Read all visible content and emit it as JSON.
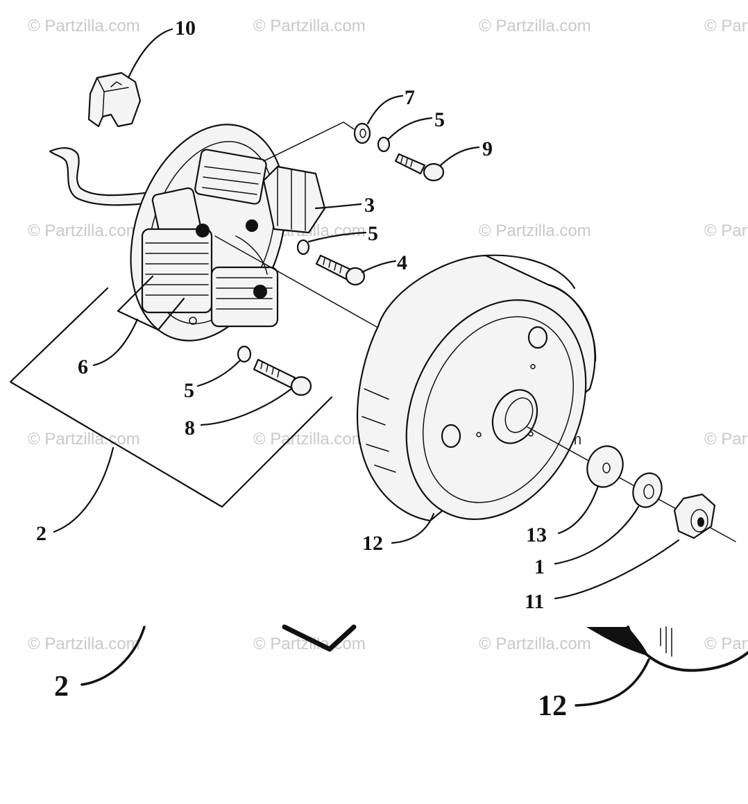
{
  "watermark": "© Partzilla.com",
  "callouts": {
    "c10": "10",
    "c7": "7",
    "c5a": "5",
    "c9": "9",
    "c3": "3",
    "c5b": "5",
    "c4": "4",
    "c6": "6",
    "c5c": "5",
    "c8": "8",
    "c2": "2",
    "c12": "12",
    "c13": "13",
    "c1": "1",
    "c11": "11",
    "c2_zoom": "2",
    "c12_zoom": "12"
  }
}
